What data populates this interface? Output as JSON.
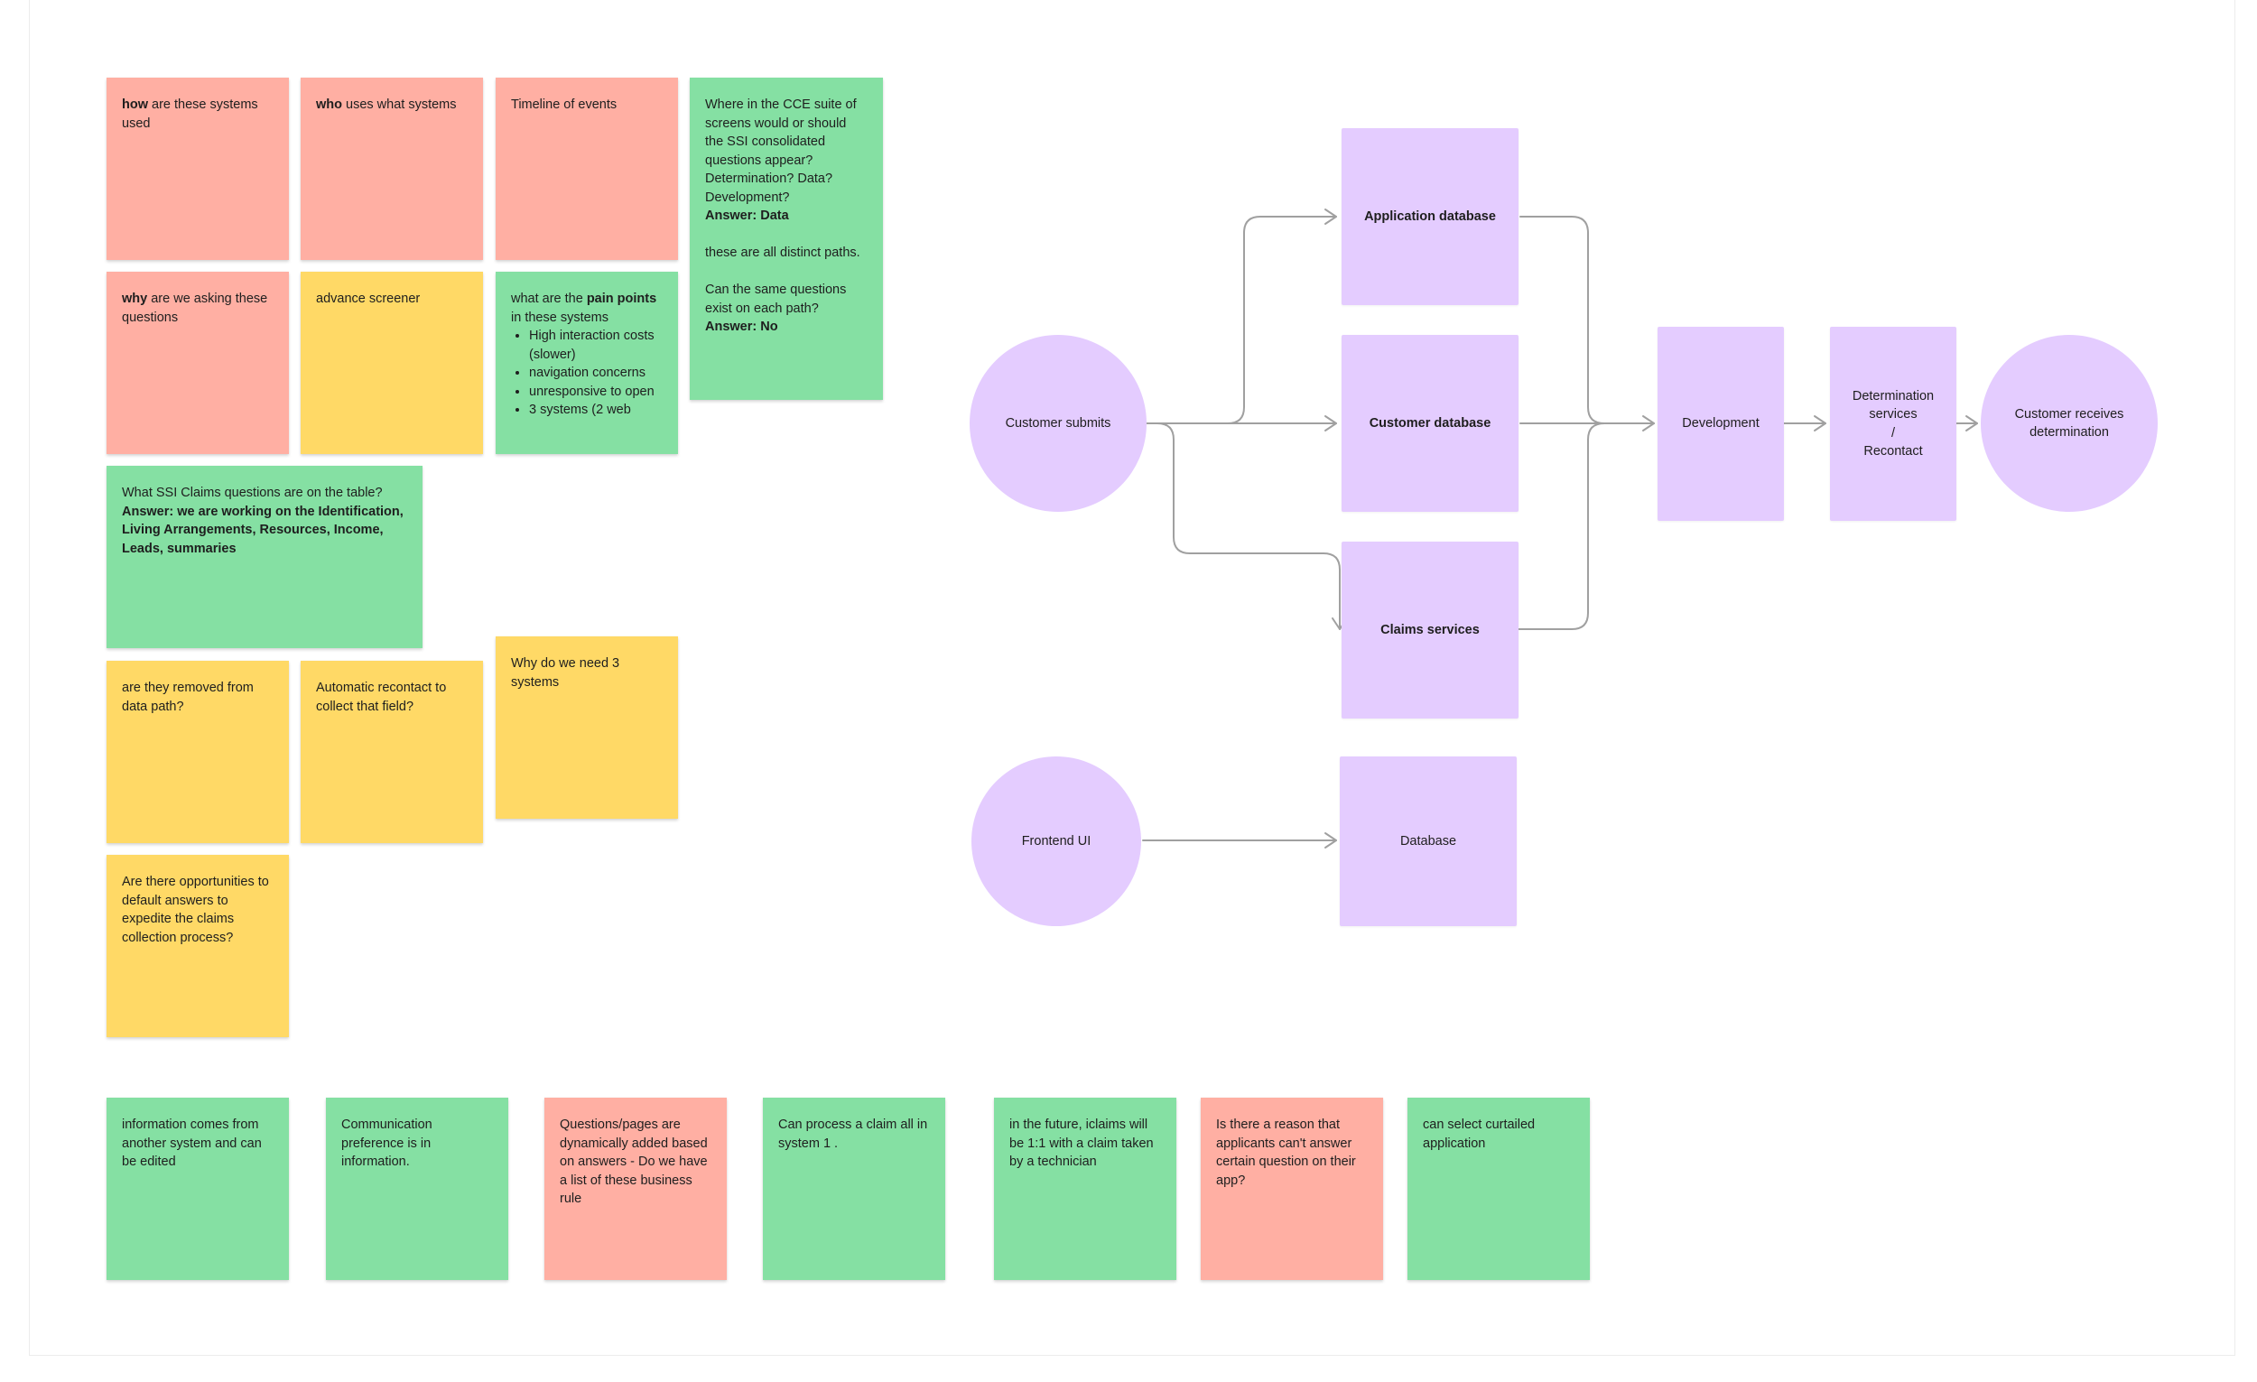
{
  "colors": {
    "red_sticky": "#ffafa3",
    "yellow_sticky": "#ffd966",
    "green_sticky": "#85e0a3",
    "node_purple": "#e4ccff",
    "connector": "#a0a0a0"
  },
  "stickies": {
    "how_systems_used": {
      "bold": "how",
      "rest": " are these systems used"
    },
    "who_uses": {
      "bold": "who",
      "rest": " uses what systems"
    },
    "timeline": {
      "text": "Timeline of events"
    },
    "why_asking": {
      "bold": "why",
      "rest": " are we asking these questions"
    },
    "advance_screener": {
      "text": "advance screener"
    },
    "pain_points": {
      "pre": "what are the ",
      "bold": "pain points",
      "post": " in these systems",
      "bullets": [
        "High interaction costs (slower)",
        "navigation concerns",
        "unresponsive to open",
        "3 systems (2 web"
      ]
    },
    "cce_suite": {
      "q1": "Where in the CCE suite of screens would or should the SSI consolidated questions appear? Determination? Data? Development?",
      "a1": "Answer: Data",
      "p2": "these are all distinct paths.",
      "q2": "Can the same questions exist on each path?",
      "a2": "Answer: No"
    },
    "ssi_claims": {
      "q": "What SSI Claims questions are on the table?",
      "a": "Answer: we are working on the Identification, Living Arrangements, Resources, Income, Leads, summaries"
    },
    "removed_data_path": {
      "text": "are they removed from data path?"
    },
    "auto_recontact": {
      "text": "Automatic recontact to collect that field?"
    },
    "why_3_systems": {
      "text": "Why do we need 3 systems"
    },
    "default_answers": {
      "text": "Are there opportunities to default answers to expedite the claims collection process?"
    },
    "info_another_system": {
      "text": "information comes from another system and can be edited"
    },
    "communication_pref": {
      "text": "Communication preference is in information."
    },
    "questions_pages": {
      "text": "Questions/pages are dynamically added based on answers - Do we have a list of these business rule"
    },
    "process_claim": {
      "text": "Can process a claim all in system 1 ."
    },
    "future_iclaims": {
      "text": "in the future, iclaims will be 1:1 with a claim taken by a technician"
    },
    "reason_applicants": {
      "text": "Is there a reason that applicants can't answer certain question on their app?"
    },
    "curtailed_app": {
      "text": "can select curtailed application"
    }
  },
  "flow": {
    "customer_submits": "Customer submits",
    "application_database": "Application database",
    "customer_database": "Customer database",
    "claims_services": "Claims services",
    "development": "Development",
    "determination_line1": "Determination",
    "determination_line2": "services",
    "determination_line3": "/",
    "determination_line4": "Recontact",
    "customer_receives": "Customer receives determination",
    "frontend_ui": "Frontend UI",
    "database": "Database"
  }
}
